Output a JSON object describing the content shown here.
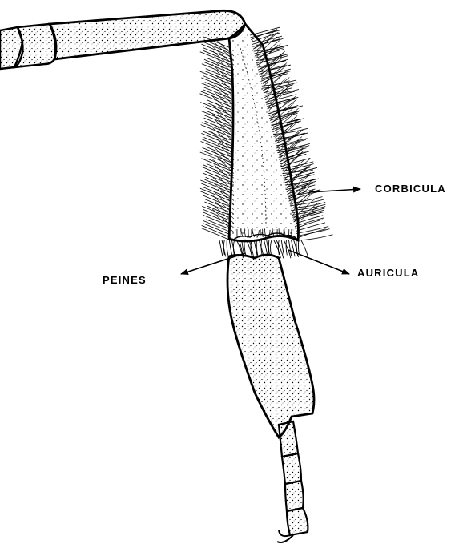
{
  "labels": {
    "corbicula": "CORBICULA",
    "auricula": "AURICULA",
    "peines": "PEINES"
  },
  "colors": {
    "ink": "#000000",
    "paper": "#ffffff"
  }
}
